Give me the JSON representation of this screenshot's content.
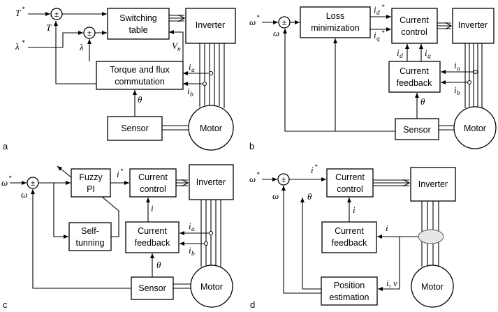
{
  "panel_a": {
    "tag": "a",
    "switching_table": [
      "Switching",
      "table"
    ],
    "inverter": "Inverter",
    "commutation": [
      "Torque and flux",
      "commutation"
    ],
    "sensor": "Sensor",
    "motor": "Motor",
    "sum1": "±",
    "sum2": "±",
    "t_ref": "T",
    "t_ref_sup": "*",
    "t_fb": "T",
    "lambda_ref": "λ",
    "lambda_ref_sup": "*",
    "lambda_fb": "λ",
    "vn": "V",
    "vn_sub": "n",
    "ia": "i",
    "ia_sub": "a",
    "ib": "i",
    "ib_sub": "b",
    "theta": "θ"
  },
  "panel_b": {
    "tag": "b",
    "loss_min": [
      "Loss",
      "minimization"
    ],
    "current_control": [
      "Current",
      "control"
    ],
    "inverter": "Inverter",
    "current_feedback": [
      "Current",
      "feedback"
    ],
    "sensor": "Sensor",
    "motor": "Motor",
    "sum": "±",
    "omega_ref": "ω",
    "omega_ref_sup": "*",
    "omega_fb": "ω",
    "id_ref": "i",
    "id_ref_sub": "d",
    "id_ref_sup": "*",
    "iq_ref": "i",
    "iq_ref_sub": "q",
    "iq_ref_sup": "*",
    "id": "i",
    "id_sub": "d",
    "iq": "i",
    "iq_sub": "q",
    "ia": "i",
    "ia_sub": "a",
    "ib": "i",
    "ib_sub": "b",
    "theta": "θ"
  },
  "panel_c": {
    "tag": "c",
    "fuzzy_pi": [
      "Fuzzy",
      "PI"
    ],
    "current_control": [
      "Current",
      "control"
    ],
    "inverter": "Inverter",
    "self_tuning": [
      "Self-",
      "tunning"
    ],
    "current_feedback": [
      "Current",
      "feedback"
    ],
    "sensor": "Sensor",
    "motor": "Motor",
    "sum": "±",
    "omega_ref": "ω",
    "omega_ref_sup": "*",
    "omega_fb": "ω",
    "i_ref": "i",
    "i_ref_sup": "*",
    "i_fb": "i",
    "ia": "i",
    "ia_sub": "a",
    "ib": "i",
    "ib_sub": "b",
    "theta": "θ"
  },
  "panel_d": {
    "tag": "d",
    "current_control": [
      "Current",
      "control"
    ],
    "inverter": "Inverter",
    "current_feedback": [
      "Current",
      "feedback"
    ],
    "position_estimation": [
      "Position",
      "estimation"
    ],
    "motor": "Motor",
    "sum": "±",
    "omega_ref": "ω",
    "omega_ref_sup": "*",
    "omega_fb": "ω",
    "i_ref": "i",
    "i_ref_sup": "*",
    "i_fb": "i",
    "i_sense": "i",
    "iv_sense": "i, v",
    "theta": "θ"
  }
}
